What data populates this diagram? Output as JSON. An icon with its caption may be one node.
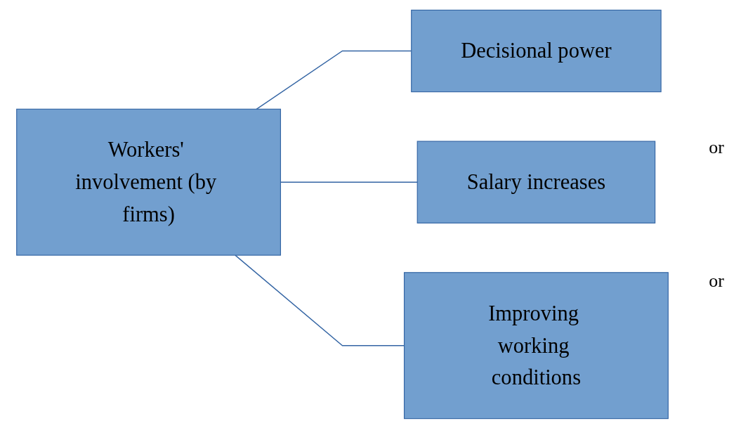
{
  "diagram": {
    "nodes": [
      {
        "text": [
          "Workers' involvement (by firms)"
        ]
      },
      {
        "text": [
          "Decisional power"
        ]
      },
      {
        "text": [
          "Salary increases"
        ]
      },
      {
        "text": [
          "Improving working conditions"
        ]
      }
    ],
    "edges": [
      {
        "from": 0,
        "to": 1,
        "arrow": "none"
      },
      {
        "from": 0,
        "to": 2,
        "arrow": "none"
      },
      {
        "from": 0,
        "to": 3,
        "arrow": "none"
      }
    ],
    "labels": [
      "or",
      "or"
    ]
  }
}
